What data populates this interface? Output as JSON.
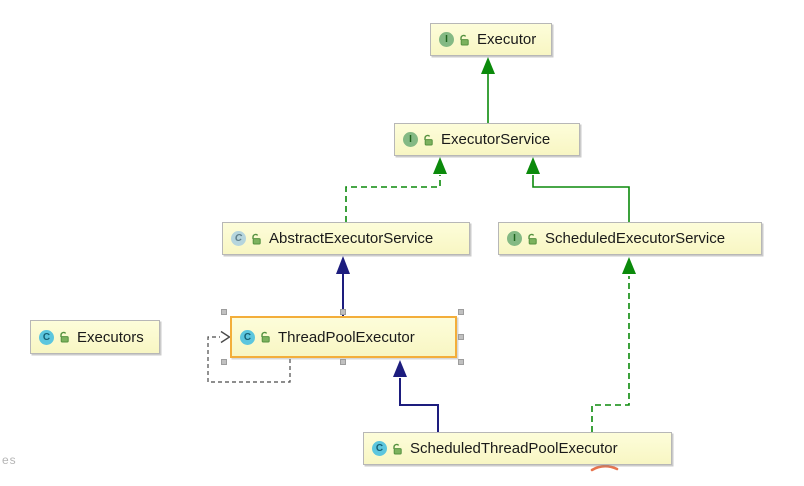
{
  "diagram": {
    "title": "Java Executor framework class hierarchy (UML diagram)",
    "nodes": {
      "executor": {
        "label": "Executor",
        "kind": "interface",
        "icon_letter": "I",
        "visibility": "public"
      },
      "executor_service": {
        "label": "ExecutorService",
        "kind": "interface",
        "icon_letter": "I",
        "visibility": "public"
      },
      "abstract_executor_service": {
        "label": "AbstractExecutorService",
        "kind": "abstract-class",
        "icon_letter": "C",
        "visibility": "public"
      },
      "scheduled_executor_service": {
        "label": "ScheduledExecutorService",
        "kind": "interface",
        "icon_letter": "I",
        "visibility": "public"
      },
      "thread_pool_executor": {
        "label": "ThreadPoolExecutor",
        "kind": "class",
        "icon_letter": "C",
        "visibility": "public",
        "selected": true
      },
      "executors": {
        "label": "Executors",
        "kind": "class",
        "icon_letter": "C",
        "visibility": "public"
      },
      "scheduled_thread_pool_executor": {
        "label": "ScheduledThreadPoolExecutor",
        "kind": "class",
        "icon_letter": "C",
        "visibility": "public"
      }
    },
    "edges": [
      {
        "from": "ExecutorService",
        "to": "Executor",
        "type": "extends",
        "style": "solid-green"
      },
      {
        "from": "AbstractExecutorService",
        "to": "ExecutorService",
        "type": "implements",
        "style": "dashed-green"
      },
      {
        "from": "ScheduledExecutorService",
        "to": "ExecutorService",
        "type": "extends",
        "style": "solid-green"
      },
      {
        "from": "ThreadPoolExecutor",
        "to": "AbstractExecutorService",
        "type": "extends",
        "style": "solid-navy"
      },
      {
        "from": "ScheduledThreadPoolExecutor",
        "to": "ThreadPoolExecutor",
        "type": "extends",
        "style": "solid-navy"
      },
      {
        "from": "ScheduledThreadPoolExecutor",
        "to": "ScheduledExecutorService",
        "type": "implements",
        "style": "dashed-green"
      },
      {
        "from": "ThreadPoolExecutor",
        "to": "ThreadPoolExecutor",
        "type": "dependency",
        "style": "dashed-gray"
      }
    ],
    "colors": {
      "node_fill": "#fbfacc",
      "node_border": "#b7b7b7",
      "selected_border": "#f3ae3a",
      "edge_green": "#0b8a0b",
      "edge_navy": "#1d1d7e",
      "edge_gray": "#4a4a4a",
      "interface_icon": "#84b984",
      "class_icon": "#5cc6de",
      "handle_gray": "#c0c0c0",
      "orange_mark": "#e8744e"
    },
    "clipped_text": "es"
  }
}
